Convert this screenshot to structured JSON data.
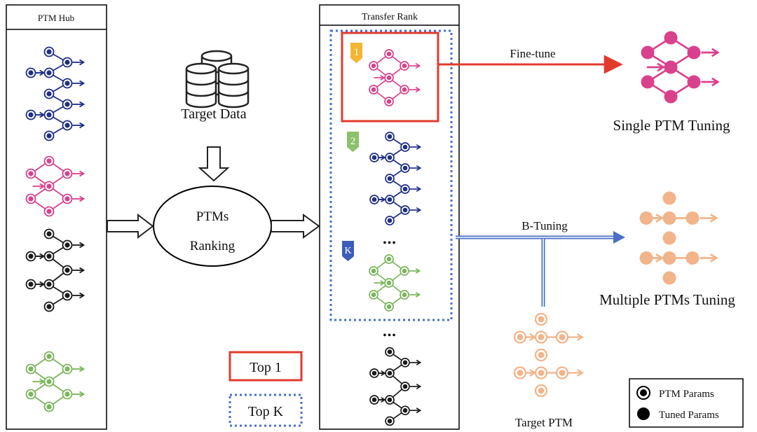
{
  "hub": {
    "title": "PTM Hub"
  },
  "target_data": {
    "label": "Target Data",
    "icon": "database-icon"
  },
  "ranking": {
    "line1": "PTMs",
    "line2": "Ranking"
  },
  "transfer_rank": {
    "title": "Transfer Rank",
    "badges": [
      "1",
      "2",
      "K"
    ],
    "ellipsis": "•••"
  },
  "single": {
    "arrow_label": "Fine-tune",
    "title": "Single PTM Tuning"
  },
  "multiple": {
    "arrow_label": "B-Tuning",
    "title": "Multiple PTMs Tuning"
  },
  "target_ptm": {
    "label": "Target PTM"
  },
  "key": {
    "top1": "Top 1",
    "topk": "Top K"
  },
  "legend": {
    "ptm_params": "PTM Params",
    "tuned_params": "Tuned Params"
  },
  "colors": {
    "navy": "#1f2f86",
    "pink": "#d9418c",
    "black": "#1a1a1a",
    "green": "#7ab55a",
    "peach": "#f2b48a",
    "red": "#e23b2e",
    "blue": "#4a6fc9",
    "badge_gold": "#f2b632",
    "badge_green": "#8cc06a",
    "badge_blue": "#3b5db8"
  }
}
